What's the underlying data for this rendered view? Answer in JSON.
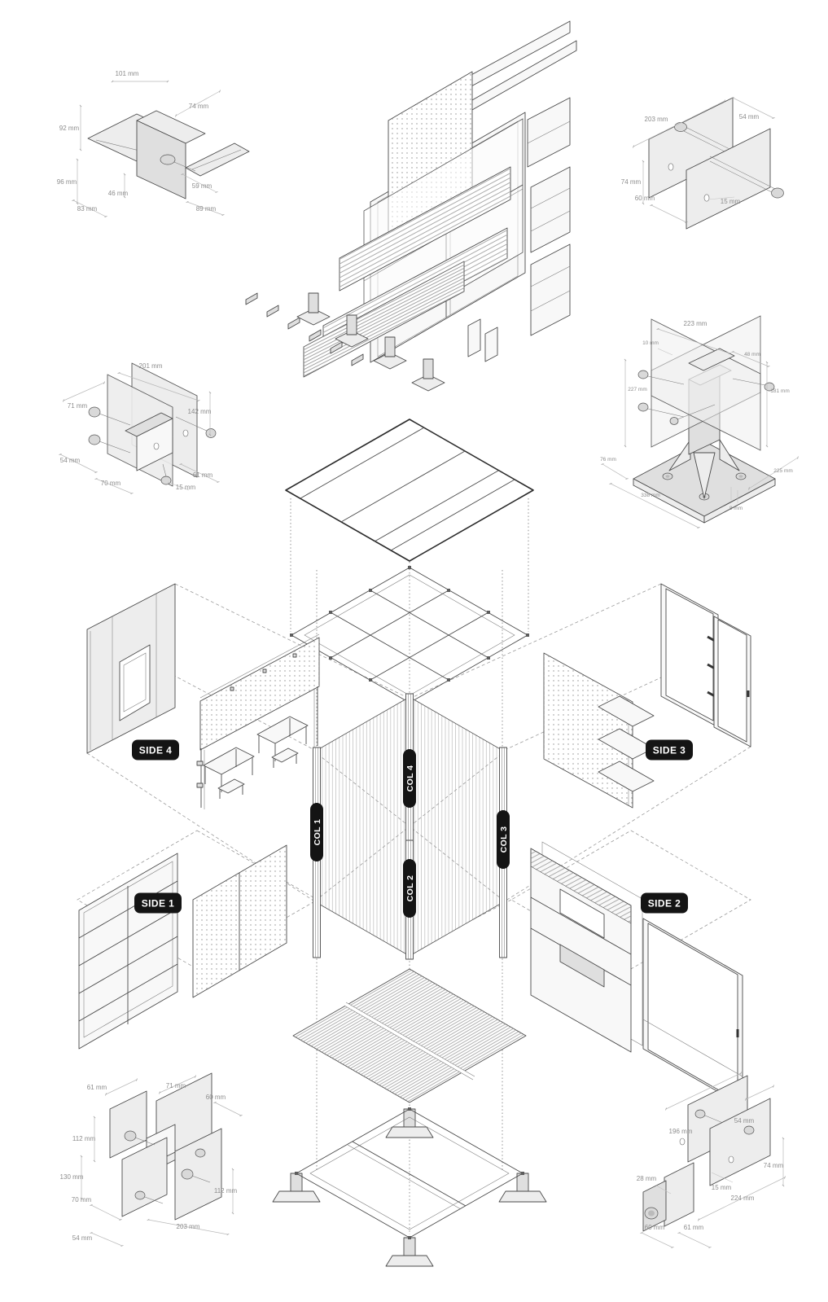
{
  "labels": {
    "sides": {
      "side1": "SIDE 1",
      "side2": "SIDE 2",
      "side3": "SIDE 3",
      "side4": "SIDE 4"
    },
    "columns": {
      "col1": "COL 1",
      "col2": "COL 2",
      "col3": "COL 3",
      "col4": "COL 4"
    }
  },
  "details": {
    "top_left": {
      "dims": [
        "101 mm",
        "74 mm",
        "92 mm",
        "96 mm",
        "46 mm",
        "59 mm",
        "83 mm",
        "89 mm"
      ]
    },
    "top_right": {
      "dims": [
        "203 mm",
        "54 mm",
        "74 mm",
        "60 mm",
        "15 mm"
      ]
    },
    "mid_left": {
      "dims": [
        "201 mm",
        "71 mm",
        "142 mm",
        "54 mm",
        "70 mm",
        "61 mm",
        "15 mm"
      ]
    },
    "mid_right": {
      "dims": [
        "223 mm",
        "10 mm",
        "48 mm",
        "227 mm",
        "181 mm",
        "76 mm",
        "225 mm",
        "338 mm",
        "8 mm"
      ]
    },
    "bottom_left": {
      "dims": [
        "61 mm",
        "71 mm",
        "60 mm",
        "112 mm",
        "130 mm",
        "70 mm",
        "112 mm",
        "203 mm",
        "54 mm"
      ]
    },
    "bottom_right": {
      "dims": [
        "196 mm",
        "54 mm",
        "74 mm",
        "15 mm",
        "28 mm",
        "224 mm",
        "60 mm",
        "61 mm"
      ]
    }
  },
  "colors": {
    "line": "#3f3f3f",
    "dim_line": "#b9b9b9",
    "dim_text": "#8c8c8c",
    "label_bg": "#141414",
    "label_text": "#ffffff",
    "panel_fill": "#ececec",
    "background": "#ffffff"
  }
}
